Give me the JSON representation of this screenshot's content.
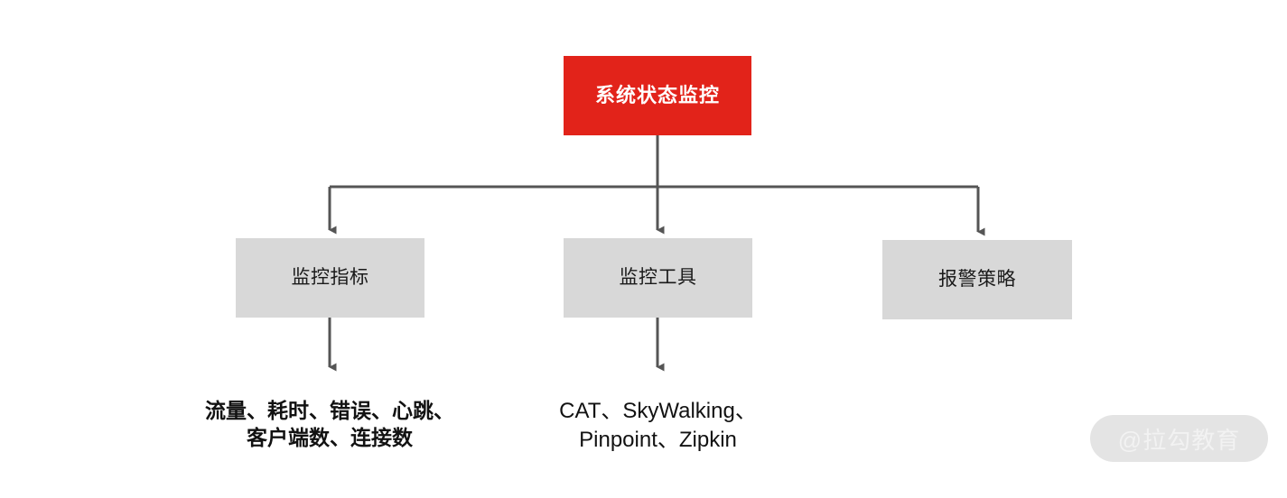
{
  "diagram": {
    "title": "系统状态监控",
    "root": {
      "label": "系统状态监控",
      "fill": "#e2231a",
      "text_color": "#ffffff"
    },
    "branches": [
      {
        "label": "监控指标",
        "fill": "#d8d8d8",
        "text_color": "#1a1a1a"
      },
      {
        "label": "监控工具",
        "fill": "#d8d8d8",
        "text_color": "#1a1a1a"
      },
      {
        "label": "报警策略",
        "fill": "#d8d8d8",
        "text_color": "#1a1a1a"
      }
    ],
    "leaves": [
      {
        "label": "流量、耗时、错误、心跳、\n客户端数、连接数",
        "parent": "监控指标"
      },
      {
        "label": "CAT、SkyWalking、\nPinpoint、Zipkin",
        "parent": "监控工具"
      }
    ],
    "connector_color": "#555555"
  },
  "watermark": {
    "text": "@拉勾教育",
    "background": "#e4e4e4",
    "text_color": "#f2f2f2"
  }
}
